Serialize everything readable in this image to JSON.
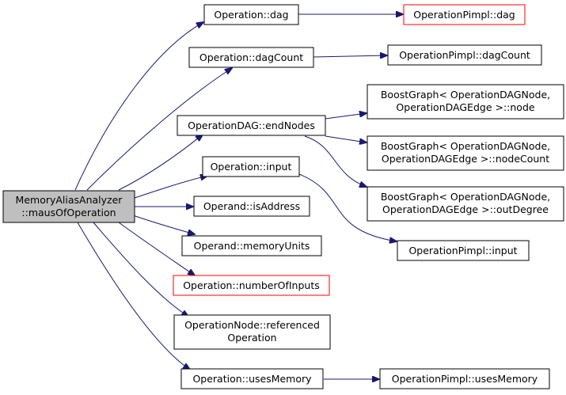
{
  "graph": {
    "root": {
      "line1": "MemoryAliasAnalyzer",
      "line2": "::mausOfOperation"
    },
    "nodes": {
      "dag": {
        "label": "Operation::dag"
      },
      "pimpl_dag": {
        "label": "OperationPimpl::dag"
      },
      "dagCount": {
        "label": "Operation::dagCount"
      },
      "pimpl_dagCount": {
        "label": "OperationPimpl::dagCount"
      },
      "endNodes": {
        "label": "OperationDAG::endNodes"
      },
      "bg_node": {
        "line1": "BoostGraph< OperationDAGNode,",
        "line2": "OperationDAGEdge >::node"
      },
      "bg_nodeCount": {
        "line1": "BoostGraph< OperationDAGNode,",
        "line2": "OperationDAGEdge >::nodeCount"
      },
      "input": {
        "label": "Operation::input"
      },
      "bg_outDegree": {
        "line1": "BoostGraph< OperationDAGNode,",
        "line2": "OperationDAGEdge >::outDegree"
      },
      "isAddress": {
        "label": "Operand::isAddress"
      },
      "pimpl_input": {
        "label": "OperationPimpl::input"
      },
      "memoryUnits": {
        "label": "Operand::memoryUnits"
      },
      "numberOfInputs": {
        "label": "Operation::numberOfInputs"
      },
      "referenced": {
        "line1": "OperationNode::referenced",
        "line2": "Operation"
      },
      "usesMemory": {
        "label": "Operation::usesMemory"
      },
      "pimpl_usesMemory": {
        "label": "OperationPimpl::usesMemory"
      }
    },
    "colors": {
      "edge": "#191970",
      "root_fill": "#bfbfbf",
      "highlight_border": "#ff0000"
    }
  }
}
